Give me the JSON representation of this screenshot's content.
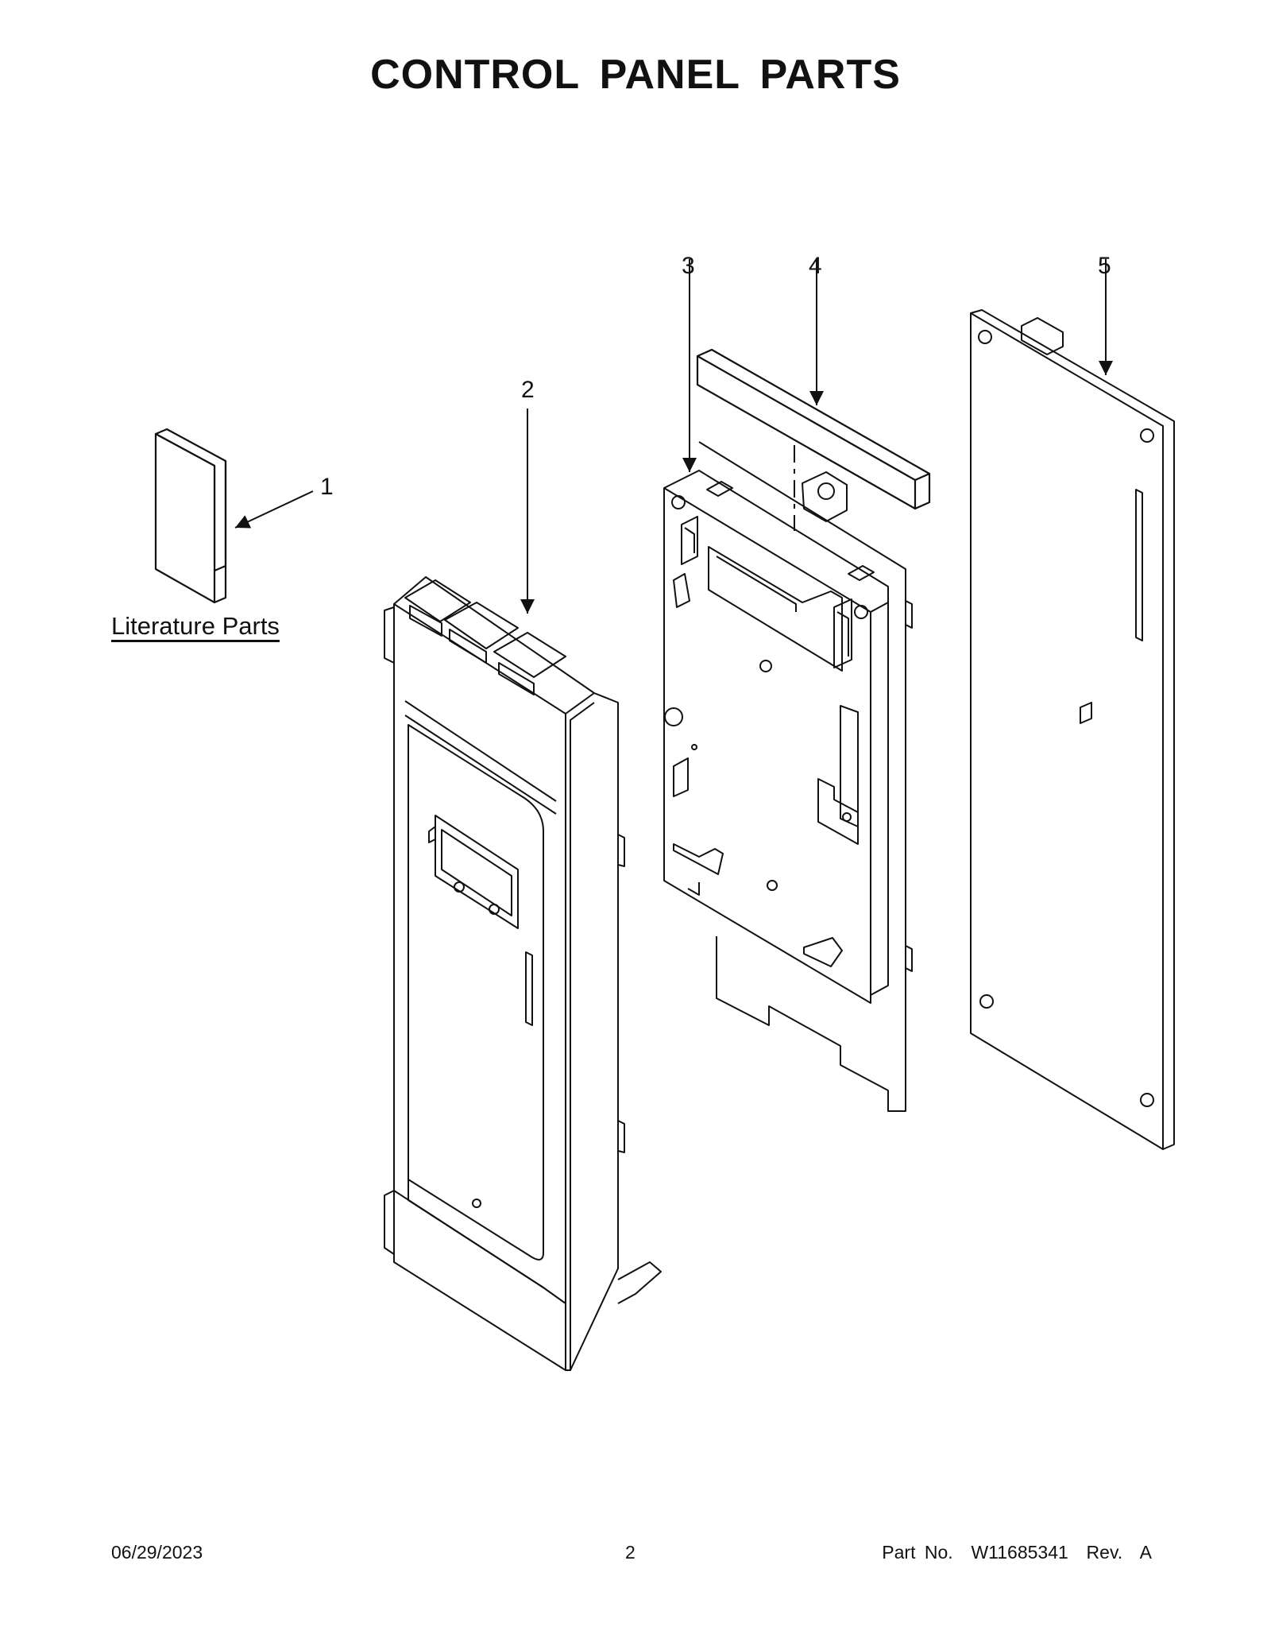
{
  "title": "CONTROL PANEL PARTS",
  "callouts": [
    "1",
    "2",
    "3",
    "4",
    "5"
  ],
  "literature_label": "Literature Parts",
  "footer": {
    "date": "06/29/2023",
    "page": "2",
    "part_no": "Part No.  W11685341  Rev.  A"
  }
}
